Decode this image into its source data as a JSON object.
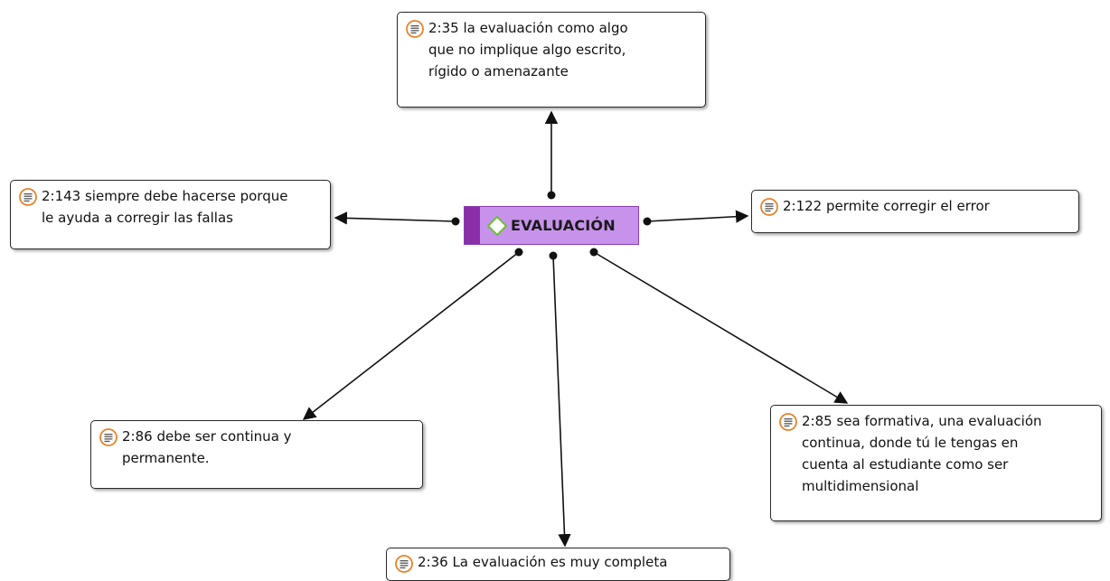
{
  "center": {
    "label": "EVALUACIÓN",
    "icon": "code-diamond-icon",
    "accent": "#c792ea"
  },
  "quotes": [
    {
      "id": "2:35",
      "text": "2:35 la evaluación como algo\nque no implique algo escrito,\nrígido o amenazante",
      "icon": "quote-icon"
    },
    {
      "id": "2:143",
      "text": "2:143 siempre debe hacerse porque\nle ayuda  a corregir las fallas",
      "icon": "quote-icon"
    },
    {
      "id": "2:122",
      "text": "2:122 permite corregir el error",
      "icon": "quote-icon"
    },
    {
      "id": "2:86",
      "text": "2:86 debe ser continua y\npermanente.",
      "icon": "quote-icon"
    },
    {
      "id": "2:85",
      "text": "2:85 sea formativa, una evaluación\ncontinua, donde tú le tengas en\ncuenta al estudiante como ser\nmultidimensional",
      "icon": "quote-icon"
    },
    {
      "id": "2:36",
      "text": "2:36 La evaluación es muy completa",
      "icon": "quote-icon"
    }
  ]
}
